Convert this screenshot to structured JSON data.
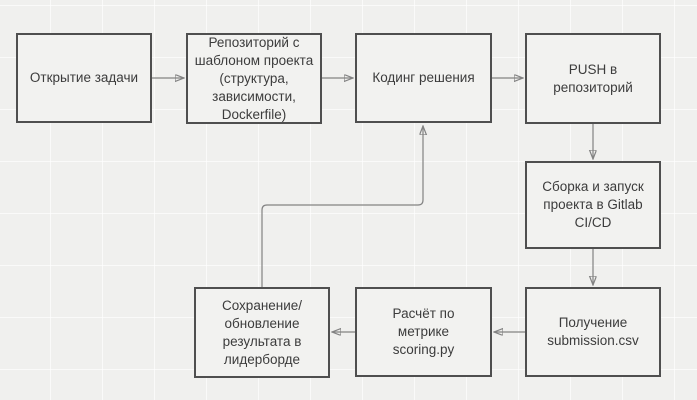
{
  "board": {
    "type": "flowchart",
    "language": "ru"
  },
  "colors": {
    "background": "#f0f0ee",
    "grid_line": "#fafaf8",
    "node_fill": "#f2f2f0",
    "node_border": "#4f4f4f",
    "node_text": "#3c3c3c",
    "connector": "#828282",
    "arrowhead": "#2b2b2b"
  },
  "diagram": {
    "nodes": [
      {
        "id": "open-task",
        "label": "Открытие задачи"
      },
      {
        "id": "repo-template",
        "label": "Репозиторий с\nшаблоном проекта\n(структура,\nзависимости,\nDockerfile)"
      },
      {
        "id": "coding",
        "label": "Кодинг решения"
      },
      {
        "id": "push",
        "label": "PUSH в\nрепозиторий"
      },
      {
        "id": "ci-build",
        "label": "Сборка и запуск\nпроекта в Gitlab\nCI/CD"
      },
      {
        "id": "submission",
        "label": "Получение\nsubmission.csv"
      },
      {
        "id": "scoring",
        "label": "Расчёт по\nметрике\nscoring.py"
      },
      {
        "id": "leaderboard",
        "label": "Сохранение/\nобновление\nрезультата в\nлидерборде"
      }
    ],
    "edges": [
      {
        "from": "open-task",
        "to": "repo-template",
        "direction": "right"
      },
      {
        "from": "repo-template",
        "to": "coding",
        "direction": "right"
      },
      {
        "from": "coding",
        "to": "push",
        "direction": "right"
      },
      {
        "from": "push",
        "to": "ci-build",
        "direction": "down"
      },
      {
        "from": "ci-build",
        "to": "submission",
        "direction": "down"
      },
      {
        "from": "submission",
        "to": "scoring",
        "direction": "left"
      },
      {
        "from": "scoring",
        "to": "leaderboard",
        "direction": "left"
      },
      {
        "from": "leaderboard",
        "to": "coding",
        "direction": "up-feedback-loop"
      }
    ]
  }
}
